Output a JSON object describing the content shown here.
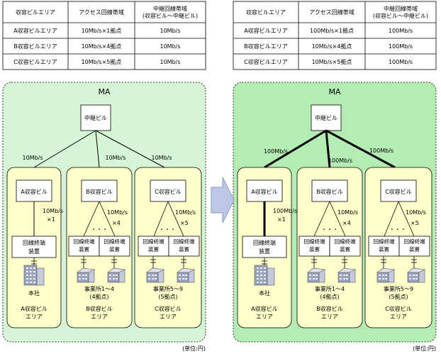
{
  "colors": {
    "ma_fill": "#d6f5d6",
    "ma_fill_right": "#b4ecb4",
    "area_fill": "#ffffcc",
    "box_fill": "#ffffff",
    "arrow_fill": "#bcc7e6",
    "arrow_stroke": "#8898c8",
    "building_fill": "#99a3bb"
  },
  "left": {
    "table": {
      "headers": [
        "収容ビルエリア",
        "アクセス回線帯域",
        "中継回線帯域",
        "(収容ビル〜中継ビル)"
      ],
      "rows": [
        [
          "A収容ビルエリア",
          "10Mb/s×1拠点",
          "10Mb/s"
        ],
        [
          "B収容ビルエリア",
          "10Mb/s×4拠点",
          "10Mb/s"
        ],
        [
          "C収容ビルエリア",
          "10Mb/s×5拠点",
          "10Mb/s"
        ]
      ]
    },
    "ma_label": "MA",
    "relay_building": "中継ビル",
    "relay_links": [
      "10Mb/s",
      "10Mb/s",
      "10Mb/s"
    ],
    "bldg_a": "A収容ビル",
    "bldg_b": "B収容ビル",
    "bldg_c": "C収容ビル",
    "access_a": [
      "10Mb/s",
      "×1"
    ],
    "access_b": [
      "10Mb/s",
      "×4"
    ],
    "access_c": [
      "10Mb/s",
      "×5"
    ],
    "terminal": [
      "回線終端",
      "装置"
    ],
    "dots": "・・・",
    "site_a": "本社",
    "site_b": [
      "事業所1〜4",
      "(4拠点)"
    ],
    "site_c": [
      "事業所5〜9",
      "(5拠点)"
    ],
    "area_a": [
      "A収容ビル",
      "エリア"
    ],
    "area_b": [
      "B収容ビル",
      "エリア"
    ],
    "area_c": [
      "C収容ビル",
      "エリア"
    ],
    "unit": "(単位:円)"
  },
  "right": {
    "table": {
      "headers": [
        "収容ビルエリア",
        "アクセス回線帯域",
        "中継回線帯域",
        "(収容ビル〜中継ビル)"
      ],
      "rows": [
        [
          "A収容ビルエリア",
          "100Mb/s×1拠点",
          "100Mb/s"
        ],
        [
          "B収容ビルエリア",
          "10Mb/s×4拠点",
          "100Mb/s"
        ],
        [
          "C収容ビルエリア",
          "10Mb/s×5拠点",
          "100Mb/s"
        ]
      ]
    },
    "ma_label": "MA",
    "relay_building": "中継ビル",
    "relay_links": [
      "100Mb/s",
      "100Mb/s",
      "100Mb/s"
    ],
    "bldg_a": "A収容ビル",
    "bldg_b": "B収容ビル",
    "bldg_c": "C収容ビル",
    "access_a": [
      "100Mb/s",
      "×1"
    ],
    "access_b": [
      "10Mb/s",
      "×4"
    ],
    "access_c": [
      "10Mb/s",
      "×5"
    ],
    "terminal": [
      "回線終端",
      "装置"
    ],
    "dots": "・・・",
    "site_a": "本社",
    "site_b": [
      "事業所1〜4",
      "(4拠点)"
    ],
    "site_c": [
      "事業所5〜9",
      "(5拠点)"
    ],
    "area_a": [
      "A収容ビル",
      "エリア"
    ],
    "area_b": [
      "B収容ビル",
      "エリア"
    ],
    "area_c": [
      "C収容ビル",
      "エリア"
    ],
    "unit": "(単位:円)"
  }
}
